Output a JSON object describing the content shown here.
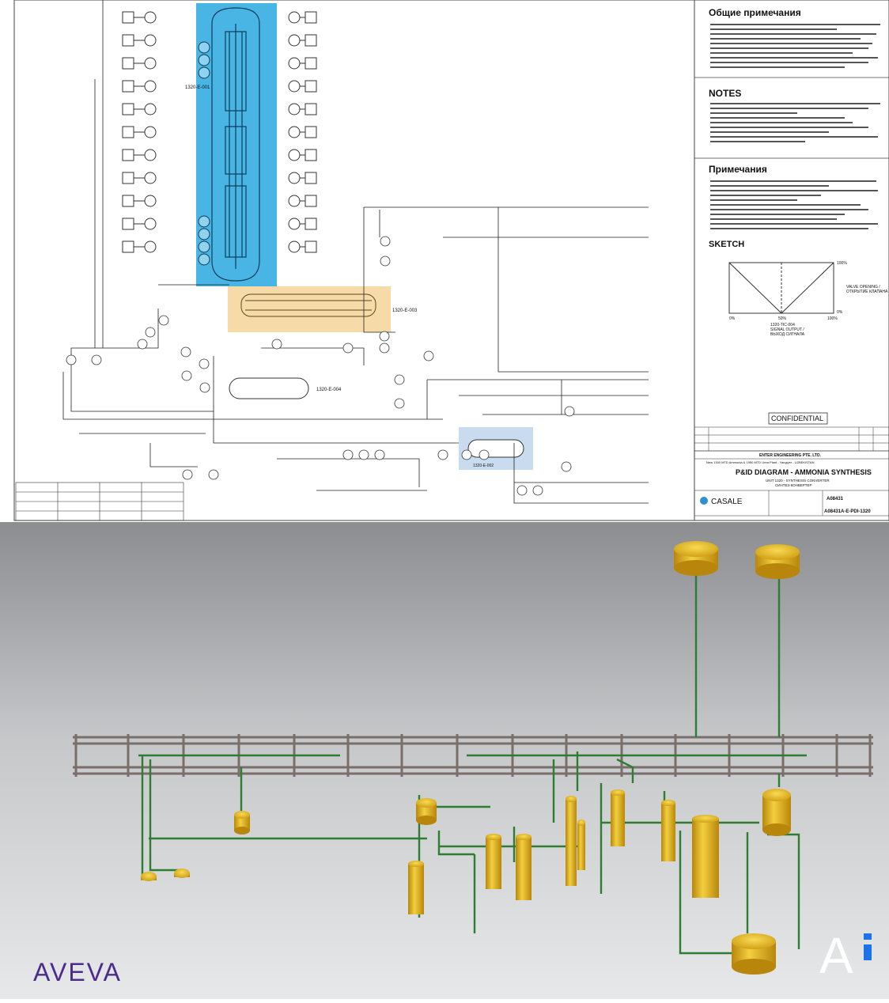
{
  "pid": {
    "notes_ru_title": "Общие примечания",
    "notes_en_title": "NOTES",
    "notes_ru2_title": "Примечания",
    "sketch_title": "SKETCH",
    "tag_reactor": "1320-E-001",
    "tag_exchanger": "1320-E-003",
    "tag_drum": "1320-E-004",
    "tag_cooler": "1320-E-002",
    "confidential": "CONFIDENTIAL",
    "company": "ENTER ENGINEERING PTE. LTD.",
    "project": "New 1300 MTD Ammonia & 1950 MTD Urea Plant - Yangiyer - UZBEKISTAN",
    "diagram_title": "P&ID DIAGRAM - AMMONIA SYNTHESIS",
    "unit": "UNIT 1320 - SYNTHESIS CONVERTER",
    "unit_ru": "СИНТЕЗ-КОНВЕРТЕР",
    "casale": "CASALE",
    "job": "A08431",
    "drawing_number": "A08431A-E-PDI-1320",
    "sketch_xlabel": "1320-TIC-004\nSIGNAL OUTPUT /\nВЫХОД СИГНАЛА",
    "sketch_right": "VALVE OPENING /\nОТКРЫТИЕ КЛАПАНА",
    "sketch_ticks": [
      "0%",
      "50%",
      "100%"
    ],
    "sketch_top": "100%",
    "sketch_low": "0%"
  },
  "model": {
    "logo": "AVEVA",
    "ai_mark": "A"
  },
  "colors": {
    "highlight_blue": "#3fb1e3",
    "highlight_orange": "#f5d7a0",
    "highlight_lightblue": "#c9dcef",
    "equipment_gold": "#e0b11e",
    "pipe_green": "#2e7d32",
    "rack_grey": "#7a6e6a",
    "aveva_purple": "#4b2b8c",
    "ai_blue": "#1a73e8"
  }
}
